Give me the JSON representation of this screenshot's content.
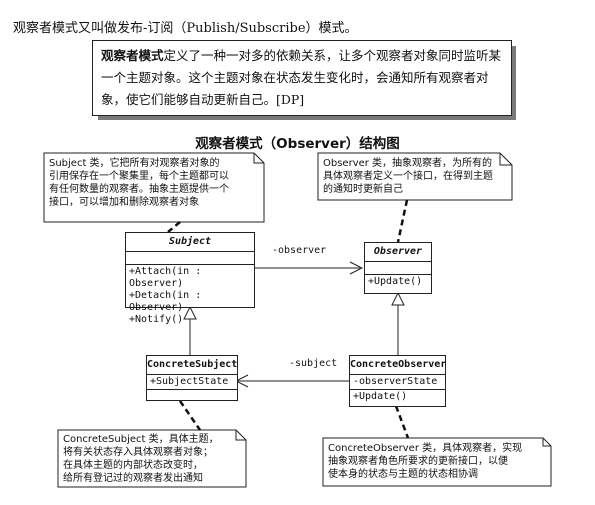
{
  "intro": "观察者模式又叫做发布-订阅（Publish/Subscribe）模式。",
  "quote": {
    "bold": "观察者模式",
    "text": "定义了一种一对多的依赖关系，让多个观察者对象同时监听某一个主题对象。这个主题对象在状态发生变化时，会通知所有观察者对象，使它们能够自动更新自己。[DP]"
  },
  "diagram_title": "观察者模式（Observer）结构图",
  "notes": {
    "subject": [
      "Subject 类，它把所有对观察者对象的",
      "引用保存在一个聚集里，每个主题都可以",
      "有任何数量的观察者。抽象主题提供一个",
      "接口，可以增加和删除观察者对象"
    ],
    "observer": [
      "Observer 类，抽象观察者，为所有的",
      "具体观察者定义一个接口，在得到主题",
      "的通知时更新自己"
    ],
    "concrete_subject": [
      "ConcreteSubject 类，具体主题，",
      "将有关状态存入具体观察者对象；",
      "在具体主题的内部状态改变时，",
      "给所有登记过的观察者发出通知"
    ],
    "concrete_observer": [
      "ConcreteObserver 类，具体观察者，实现",
      "抽象观察者角色所要求的更新接口，以便",
      "使本身的状态与主题的状态相协调"
    ]
  },
  "classes": {
    "subject": {
      "name": "Subject",
      "methods": [
        "+Attach(in  : Observer)",
        "+Detach(in  : Observer)",
        "+Notify()"
      ]
    },
    "observer": {
      "name": "Observer",
      "methods": [
        "+Update()"
      ]
    },
    "concrete_subject": {
      "name": "ConcreteSubject",
      "attributes": [
        "+SubjectState"
      ]
    },
    "concrete_observer": {
      "name": "ConcreteObserver",
      "attributes": [
        "-observerState"
      ],
      "methods": [
        "+Update()"
      ]
    }
  },
  "associations": {
    "observer": "-observer",
    "subject": "-subject"
  }
}
